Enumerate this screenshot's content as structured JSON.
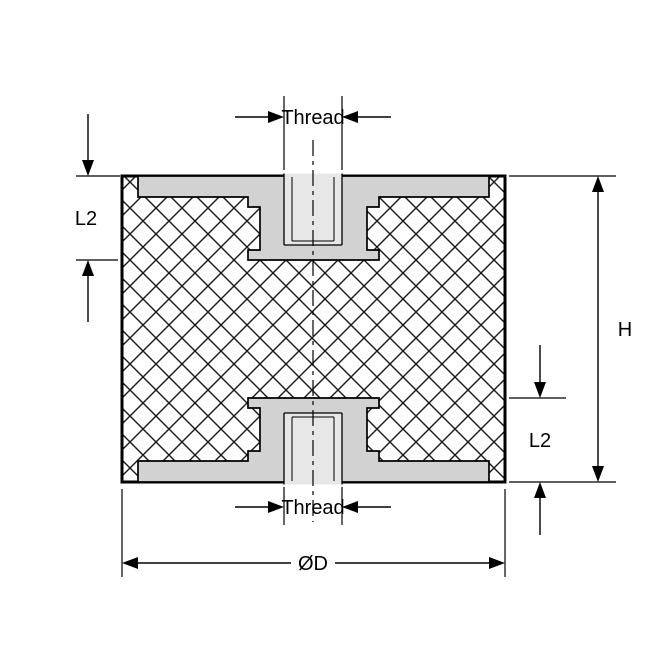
{
  "diagram": {
    "labels": {
      "thread_top": "Thread",
      "thread_bottom": "Thread",
      "l2_left": "L2",
      "l2_right": "L2",
      "height": "H",
      "diameter": "ØD"
    },
    "colors": {
      "line": "#000000",
      "hatch": "#1a1a1a",
      "insert_fill": "#d2d2d2",
      "bore_fill": "#e7e7e7",
      "background": "#ffffff"
    }
  }
}
